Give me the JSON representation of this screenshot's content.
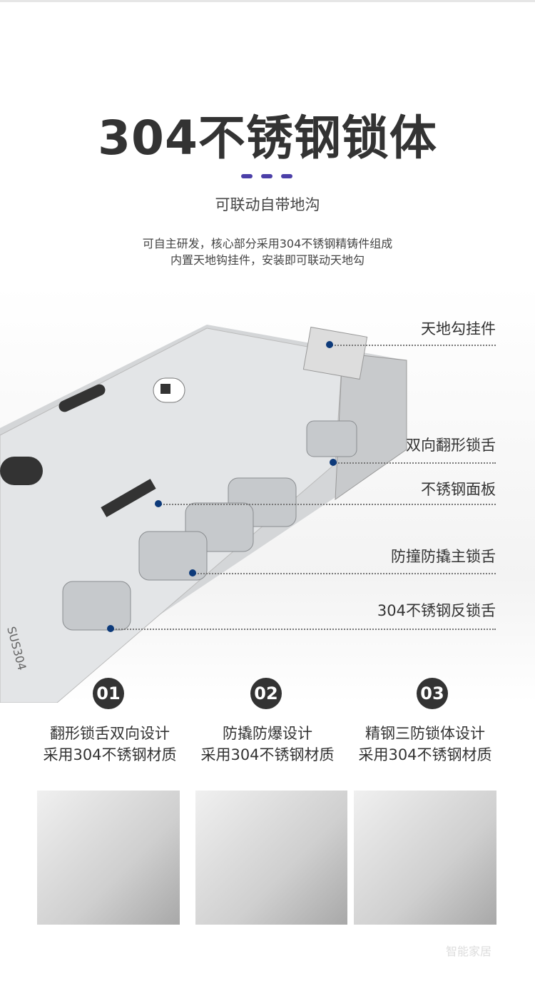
{
  "title": "304不锈钢锁体",
  "subtitle": "可联动自带地沟",
  "description": [
    "可自主研发，核心部分采用304不锈钢精铸件组成",
    "内置天地钩挂件，安装即可联动天地勾"
  ],
  "accent_color": "#4b3fa8",
  "callouts": [
    "天地勾挂件",
    "双向翻形锁舌",
    "不锈钢面板",
    "防撞防撬主锁舌",
    "304不锈钢反锁舌"
  ],
  "lock_engraving": "SUS304",
  "features": [
    {
      "number": "01",
      "line1": "翻形锁舌双向设计",
      "line2": "采用304不锈钢材质"
    },
    {
      "number": "02",
      "line1": "防撬防爆设计",
      "line2": "采用304不锈钢材质"
    },
    {
      "number": "03",
      "line1": "精钢三防锁体设计",
      "line2": "采用304不锈钢材质"
    }
  ],
  "watermark": "智能家居"
}
